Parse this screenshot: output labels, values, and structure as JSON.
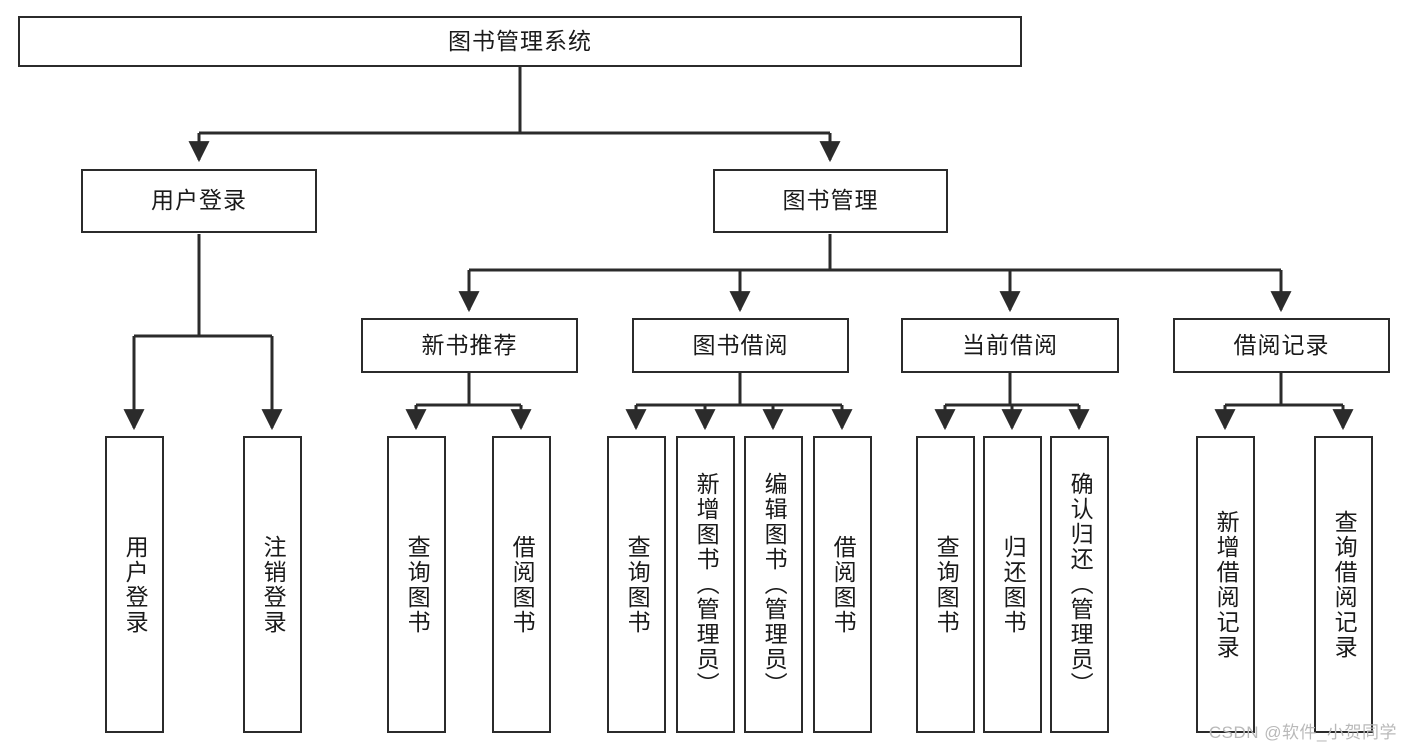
{
  "diagram": {
    "title": "图书管理系统",
    "type": "tree-hierarchy-chart",
    "root": {
      "id": "root",
      "label": "图书管理系统"
    },
    "level2": [
      {
        "id": "user-login",
        "label": "用户登录"
      },
      {
        "id": "book-manage",
        "label": "图书管理"
      }
    ],
    "level3": [
      {
        "id": "new-book-rec",
        "label": "新书推荐",
        "parent": "book-manage"
      },
      {
        "id": "book-borrow",
        "label": "图书借阅",
        "parent": "book-manage"
      },
      {
        "id": "current-borrow",
        "label": "当前借阅",
        "parent": "book-manage"
      },
      {
        "id": "borrow-record",
        "label": "借阅记录",
        "parent": "book-manage"
      }
    ],
    "leaves": {
      "user-login": [
        {
          "id": "leaf-user-login",
          "label": "用户登录"
        },
        {
          "id": "leaf-user-logout",
          "label": "注销登录"
        }
      ],
      "new-book-rec": [
        {
          "id": "leaf-query-book-1",
          "label": "查询图书"
        },
        {
          "id": "leaf-borrow-book-1",
          "label": "借阅图书"
        }
      ],
      "book-borrow": [
        {
          "id": "leaf-query-book-2",
          "label": "查询图书"
        },
        {
          "id": "leaf-add-book",
          "label": "新增图书（管理员）"
        },
        {
          "id": "leaf-edit-book",
          "label": "编辑图书（管理员）"
        },
        {
          "id": "leaf-borrow-book-2",
          "label": "借阅图书"
        }
      ],
      "current-borrow": [
        {
          "id": "leaf-query-book-3",
          "label": "查询图书"
        },
        {
          "id": "leaf-return-book",
          "label": "归还图书"
        },
        {
          "id": "leaf-confirm-return",
          "label": "确认归还（管理员）"
        }
      ],
      "borrow-record": [
        {
          "id": "leaf-add-record",
          "label": "新增借阅记录"
        },
        {
          "id": "leaf-query-record",
          "label": "查询借阅记录"
        }
      ]
    }
  },
  "watermark": {
    "text": "CSDN @软件_小贺同学"
  },
  "colors": {
    "stroke": "#2b2b2b",
    "background": "#ffffff",
    "text": "#1a1a1a",
    "watermark": "#b9b9b9"
  }
}
